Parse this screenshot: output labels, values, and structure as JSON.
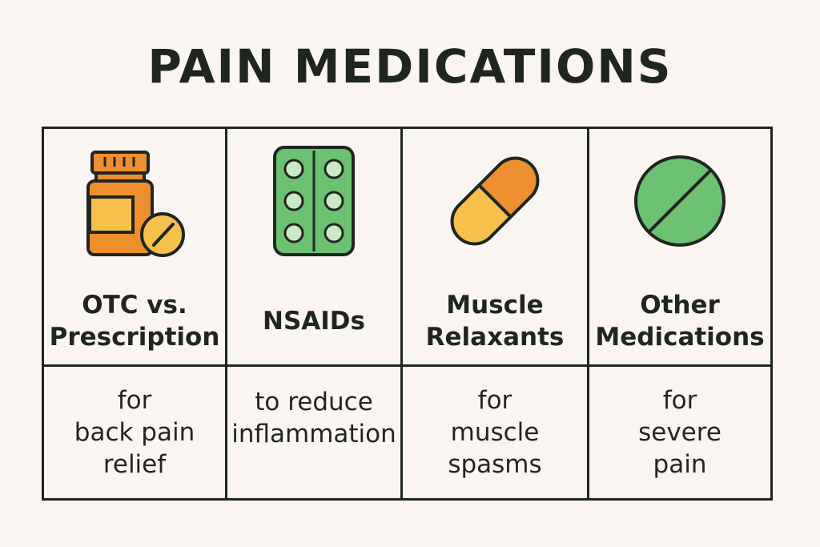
{
  "title": "PAIN MEDICATIONS",
  "categories": [
    {
      "name": "OTC vs.\nPrescription",
      "description": "for\nback pain\nrelief",
      "icon": "pill-bottle-icon",
      "colors": {
        "bottle": "#ee8f2f",
        "label": "#f7c04a",
        "tablet": "#f7c04a"
      }
    },
    {
      "name": "NSAIDs",
      "description": "to reduce\ninflammation",
      "icon": "blister-pack-icon",
      "colors": {
        "pack": "#6cc072",
        "pill": "#cfe7c6"
      }
    },
    {
      "name": "Muscle\nRelaxants",
      "description": "for\nmuscle\nspasms",
      "icon": "capsule-icon",
      "colors": {
        "top": "#ee8f2f",
        "bottom": "#f7c04a"
      }
    },
    {
      "name": "Other\nMedications",
      "description": "for\nsevere\npain",
      "icon": "round-tablet-icon",
      "colors": {
        "tablet": "#6cc072"
      }
    }
  ],
  "colors": {
    "background": "#fbf5f1",
    "ink": "#1f2622"
  }
}
